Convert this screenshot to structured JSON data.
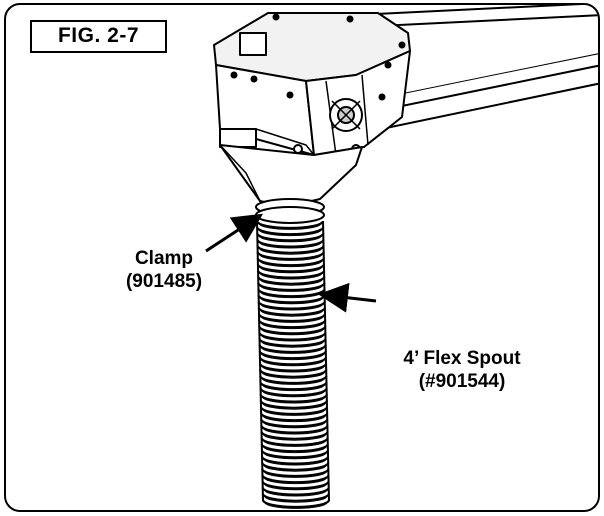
{
  "figure": {
    "label": "FIG. 2-7"
  },
  "callouts": {
    "clamp": {
      "name": "Clamp",
      "part_number": "(901485)"
    },
    "spout": {
      "name": "4’ Flex Spout",
      "part_number": "(#901544)"
    }
  },
  "colors": {
    "line": "#000000",
    "background": "#ffffff",
    "housing_shade": "#f2f2f2"
  },
  "icons": [
    "drive-head-housing",
    "clamp-ring",
    "flex-spout-hose",
    "pointer-arrow"
  ]
}
